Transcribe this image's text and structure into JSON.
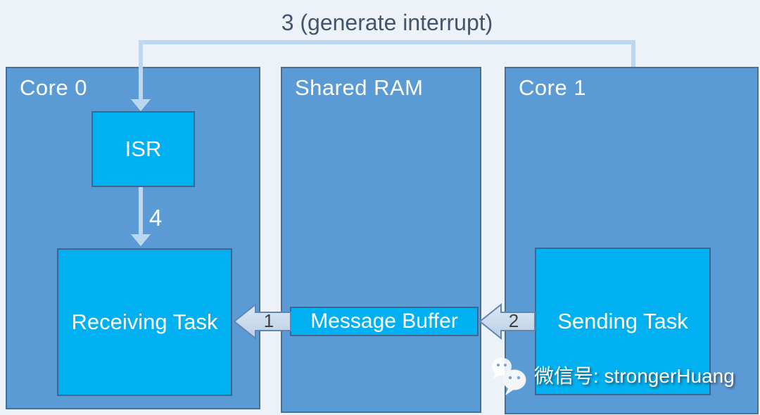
{
  "diagram": {
    "colors": {
      "background": "#edf1f8",
      "panel_fill": "#5b9bd5",
      "panel_border": "#41719c",
      "node_fill": "#00b0f0",
      "node_border": "#3f6590",
      "flow_arrow": "#bdd7ee",
      "block_arrow_fill": "#ccdcee",
      "block_arrow_border": "#6286ad",
      "dark_label": "#44546a"
    },
    "panels": {
      "core0": {
        "title": "Core 0"
      },
      "shared_ram": {
        "title": "Shared RAM"
      },
      "core1": {
        "title": "Core 1"
      }
    },
    "nodes": {
      "isr": {
        "label": "ISR"
      },
      "receiving_task": {
        "label": "Receiving Task"
      },
      "message_buffer": {
        "label": "Message Buffer"
      },
      "sending_task": {
        "label": "Sending Task"
      }
    },
    "arrows": {
      "step1": {
        "label": "1"
      },
      "step2": {
        "label": "2"
      },
      "step3": {
        "label": "3 (generate interrupt)"
      },
      "step4": {
        "label": "4"
      }
    }
  },
  "watermark": {
    "text": "微信号: strongerHuang",
    "icon": "wechat-icon"
  }
}
